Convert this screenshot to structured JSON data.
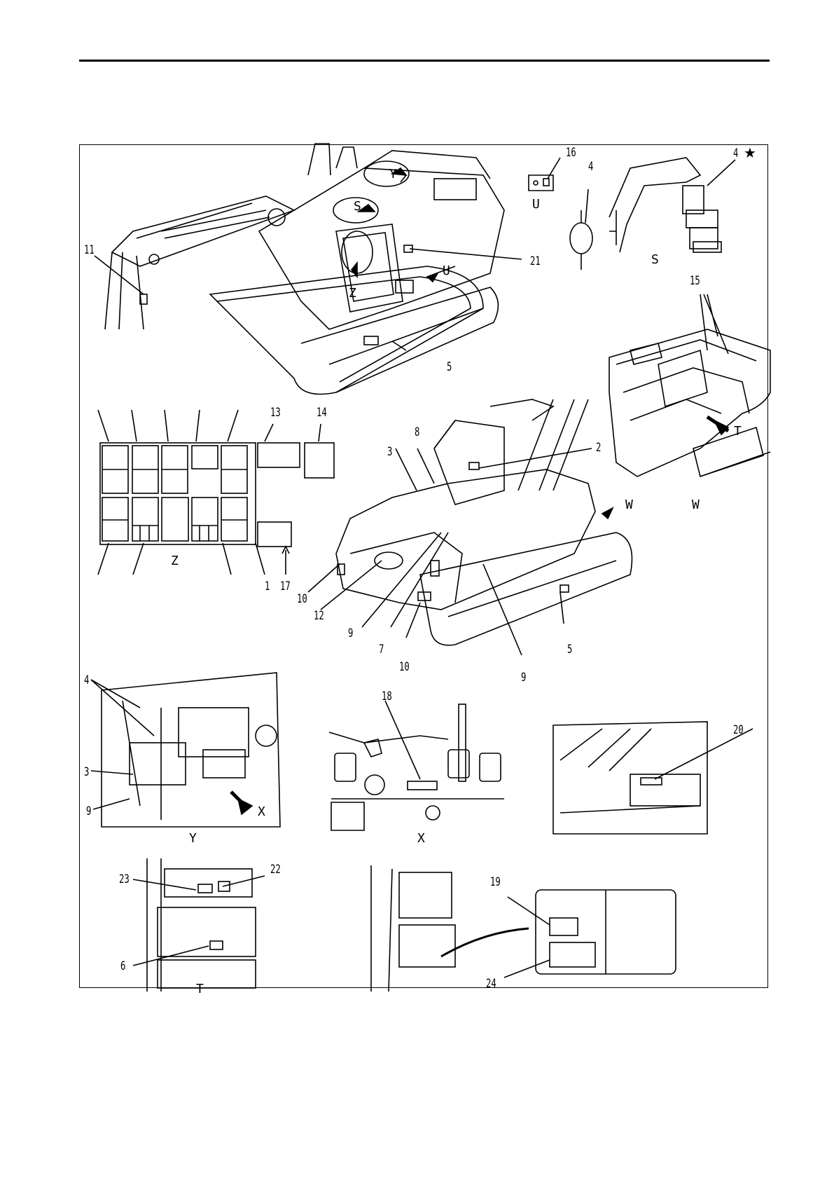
{
  "callouts": {
    "c1": "1",
    "c2": "2",
    "c3a": "3",
    "c3b": "3",
    "c4a": "4",
    "c4b": "4",
    "c4c": "4",
    "c5a": "5",
    "c5b": "5",
    "c6": "6",
    "c7": "7",
    "c8": "8",
    "c9a": "9",
    "c9b": "9",
    "c9c": "9",
    "c10a": "10",
    "c10b": "10",
    "c11": "11",
    "c12": "12",
    "c13": "13",
    "c14": "14",
    "c15": "15",
    "c16": "16",
    "c17": "17",
    "c18": "18",
    "c19": "19",
    "c20": "20",
    "c21": "21",
    "c22": "22",
    "c23": "23",
    "c24": "24"
  },
  "views": {
    "s": "S",
    "u": "U",
    "w": "W",
    "z": "Z",
    "y": "Y",
    "x": "X",
    "t": "T",
    "arrow_s": "S",
    "arrow_y": "Y",
    "arrow_z": "Z",
    "arrow_u": "U",
    "arrow_w": "W",
    "arrow_x": "X",
    "arrow_t": "T"
  },
  "marks": {
    "star_symbol": "★"
  },
  "colors": {
    "line": "#000000",
    "background": "#ffffff"
  }
}
